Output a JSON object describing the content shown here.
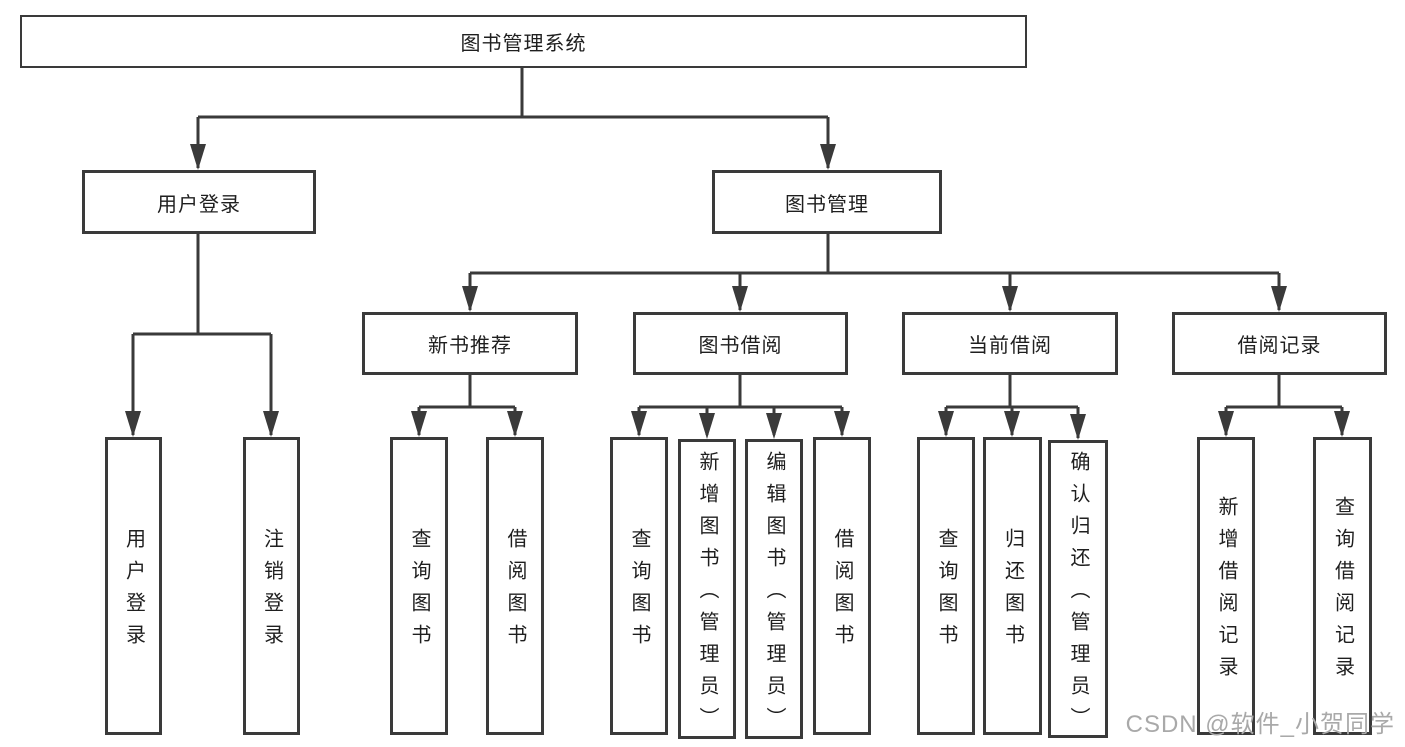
{
  "tree": {
    "root": {
      "label": "图书管理系统"
    },
    "user_login": {
      "label": "用户登录",
      "children": [
        {
          "label": "用户登录"
        },
        {
          "label": "注销登录"
        }
      ]
    },
    "book_mgmt": {
      "label": "图书管理",
      "sections": [
        {
          "label": "新书推荐",
          "children": [
            {
              "label": "查询图书"
            },
            {
              "label": "借阅图书"
            }
          ]
        },
        {
          "label": "图书借阅",
          "children": [
            {
              "label": "查询图书"
            },
            {
              "label": "新增图书（管理员）"
            },
            {
              "label": "编辑图书（管理员）"
            },
            {
              "label": "借阅图书"
            }
          ]
        },
        {
          "label": "当前借阅",
          "children": [
            {
              "label": "查询图书"
            },
            {
              "label": "归还图书"
            },
            {
              "label": "确认归还（管理员）"
            }
          ]
        },
        {
          "label": "借阅记录",
          "children": [
            {
              "label": "新增借阅记录"
            },
            {
              "label": "查询借阅记录"
            }
          ]
        }
      ]
    }
  },
  "watermark": {
    "text": "CSDN @软件_小贺同学"
  },
  "colors": {
    "line": "#3a3a3a",
    "text": "#1f1f1f",
    "watermark": "#a9a9a9",
    "background": "#ffffff"
  }
}
